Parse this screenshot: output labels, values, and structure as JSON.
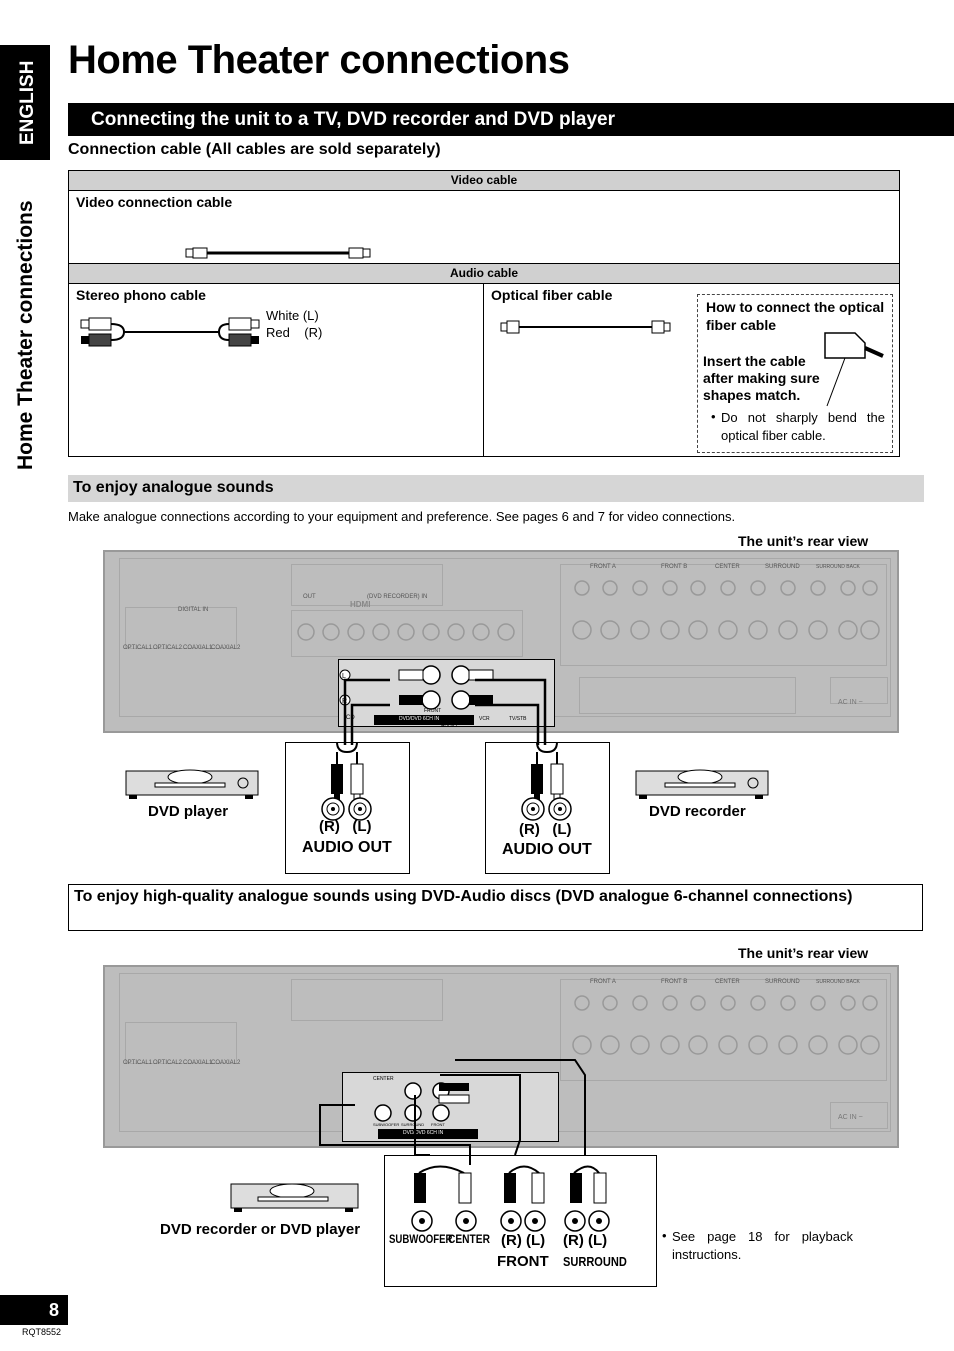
{
  "side": {
    "language": "ENGLISH",
    "section": "Home Theater connections"
  },
  "title": "Home Theater connections",
  "section_bar": "Connecting the unit to a TV, DVD recorder and DVD player",
  "cable_heading": "Connection cable (All cables are sold separately)",
  "cables": {
    "video_header": "Video cable",
    "video_connection": "Video connection cable",
    "audio_header": "Audio cable",
    "stereo_phono": "Stereo phono cable",
    "white_l": "White (L)",
    "red_r": "Red    (R)",
    "optical_fiber": "Optical fiber cable",
    "howto_title": "How to connect the optical fiber cable",
    "howto_insert": "Insert the cable after making sure shapes match.",
    "howto_note": "Do not sharply bend the optical fiber cable."
  },
  "analogue": {
    "heading": "To enjoy analogue sounds",
    "intro": "Make analogue connections according to your equipment and preference. See pages 6 and 7 for video connections.",
    "rear_view": "The unit’s rear view",
    "dvd_player": "DVD player",
    "dvd_recorder": "DVD recorder",
    "rl": "(R)   (L)",
    "audio_out": "AUDIO OUT"
  },
  "dvd_audio": {
    "heading": "To enjoy high-quality analogue sounds using DVD-Audio discs (DVD analogue 6-channel connections)",
    "rear_view": "The unit’s rear view",
    "device": "DVD recorder or DVD player",
    "subwoofer": "SUBWOOFER",
    "center": "CENTER",
    "rl": "(R) (L)",
    "front": "FRONT",
    "surround": "SURROUND",
    "note": "See page 18 for playback instructions."
  },
  "panel_labels": {
    "optical1": "OPTICAL1",
    "optical2": "OPTICAL2",
    "coaxial1": "COAXIAL1",
    "coaxial2": "COAXIAL2",
    "front_a": "FRONT  A",
    "front_b": "FRONT  B",
    "center": "CENTER",
    "surround": "SURROUND",
    "surround_back": "SURROUND BACK",
    "ac_in": "AC IN ~",
    "hdmi": "HDMI",
    "dvd_recorder_in": "(DVD RECORDER)  IN",
    "out": "OUT",
    "digital_in": "DIGITAL IN",
    "vcr": "VCR",
    "tv_stb": "TV/STB",
    "cd": "CD",
    "dvd_6ch": "DVD/DVD 6CH IN",
    "audio": "AUDIO",
    "front": "FRONT",
    "subwoofer": "SUBWOOFER"
  },
  "page": {
    "number": "8",
    "code": "RQT8552"
  }
}
